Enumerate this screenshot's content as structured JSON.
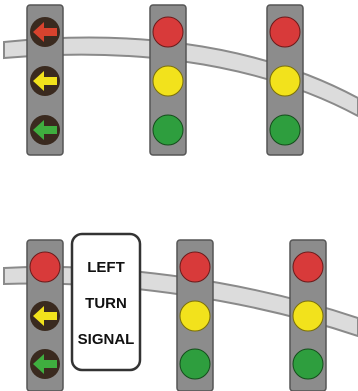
{
  "colors": {
    "background": "#ffffff",
    "mast_arm_fill": "#dcdcdc",
    "mast_arm_stroke": "#8a8a8a",
    "signal_housing": "#8c8c8c",
    "signal_housing_stroke": "#555555",
    "lens_red": "#d83a3a",
    "lens_yellow": "#f2e21c",
    "lens_green": "#2e9e3e",
    "arrow_lens_bg": "#3a2a1f",
    "arrow_red": "#d8432e",
    "arrow_yellow": "#f2e21c",
    "arrow_green": "#3fae3f",
    "sign_border": "#333333"
  },
  "examples": [
    {
      "signal_heads": [
        {
          "type": "arrow",
          "lenses": [
            "red-left-arrow",
            "yellow-left-arrow",
            "green-left-arrow"
          ]
        },
        {
          "type": "circular",
          "lenses": [
            "red-ball",
            "yellow-ball",
            "green-ball"
          ]
        },
        {
          "type": "circular",
          "lenses": [
            "red-ball",
            "yellow-ball",
            "green-ball"
          ]
        }
      ]
    },
    {
      "signal_heads": [
        {
          "type": "mixed",
          "lenses": [
            "red-ball",
            "yellow-left-arrow",
            "green-left-arrow"
          ]
        },
        {
          "type": "circular",
          "lenses": [
            "red-ball",
            "yellow-ball",
            "green-ball"
          ]
        },
        {
          "type": "circular",
          "lenses": [
            "red-ball",
            "yellow-ball",
            "green-ball"
          ]
        }
      ],
      "sign": {
        "lines": [
          "LEFT",
          "TURN",
          "SIGNAL"
        ]
      }
    }
  ]
}
